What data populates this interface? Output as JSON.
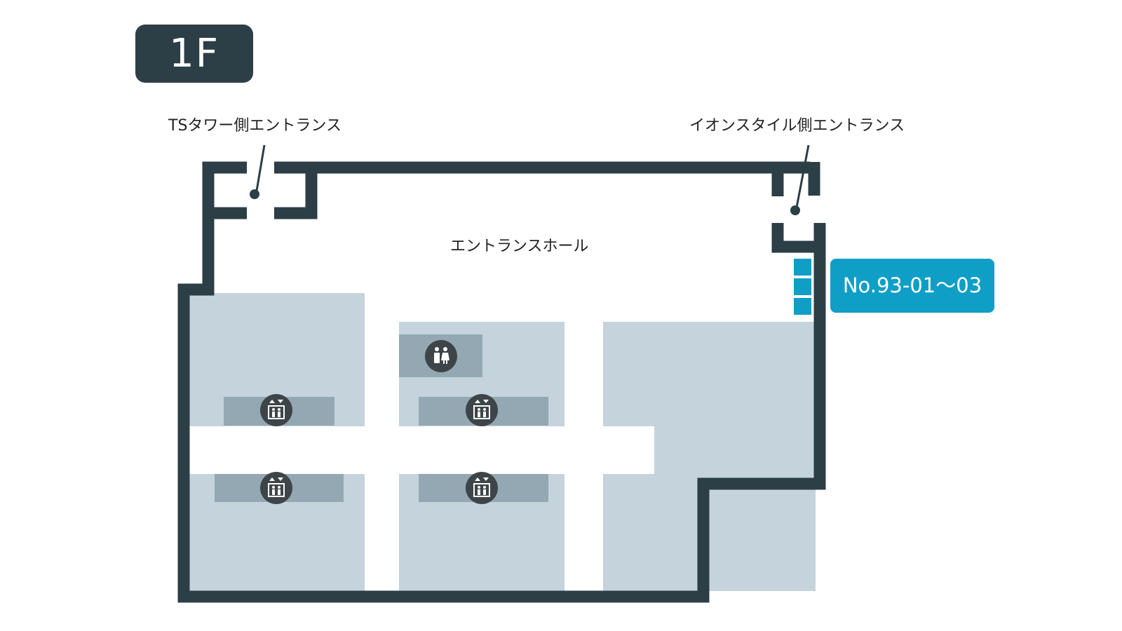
{
  "floor": {
    "label": "1F"
  },
  "entrances": {
    "ts_tower": "TSタワー側エントランス",
    "aeon_style": "イオンスタイル側エントランス"
  },
  "hall": {
    "label": "エントランスホール"
  },
  "space": {
    "label": "No.93-01～03",
    "units": 3
  },
  "icons": {
    "restroom": "restroom-icon",
    "elevator": "elevator-icon",
    "entrance_marker": "entrance-marker-icon"
  },
  "colors": {
    "wall": "#2c3e46",
    "area": "#c5d3dc",
    "facility": "#94a8b3",
    "accent": "#0f9fc6",
    "icon_bg": "#3d4548"
  }
}
